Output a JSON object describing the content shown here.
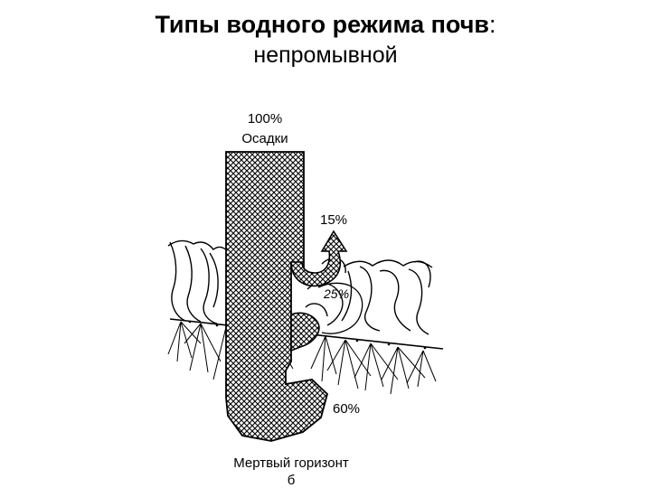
{
  "title": {
    "main": "Типы водного режима почв",
    "colon": ":",
    "subtitle": "непромывной"
  },
  "diagram": {
    "precipitation_percent": "100%",
    "precipitation_label": "Осадки",
    "evaporation_percent": "15%",
    "transpiration_percent": "25%",
    "runoff_percent": "60%",
    "dead_horizon_label": "Мертвый горизонт",
    "figure_letter": "б"
  }
}
